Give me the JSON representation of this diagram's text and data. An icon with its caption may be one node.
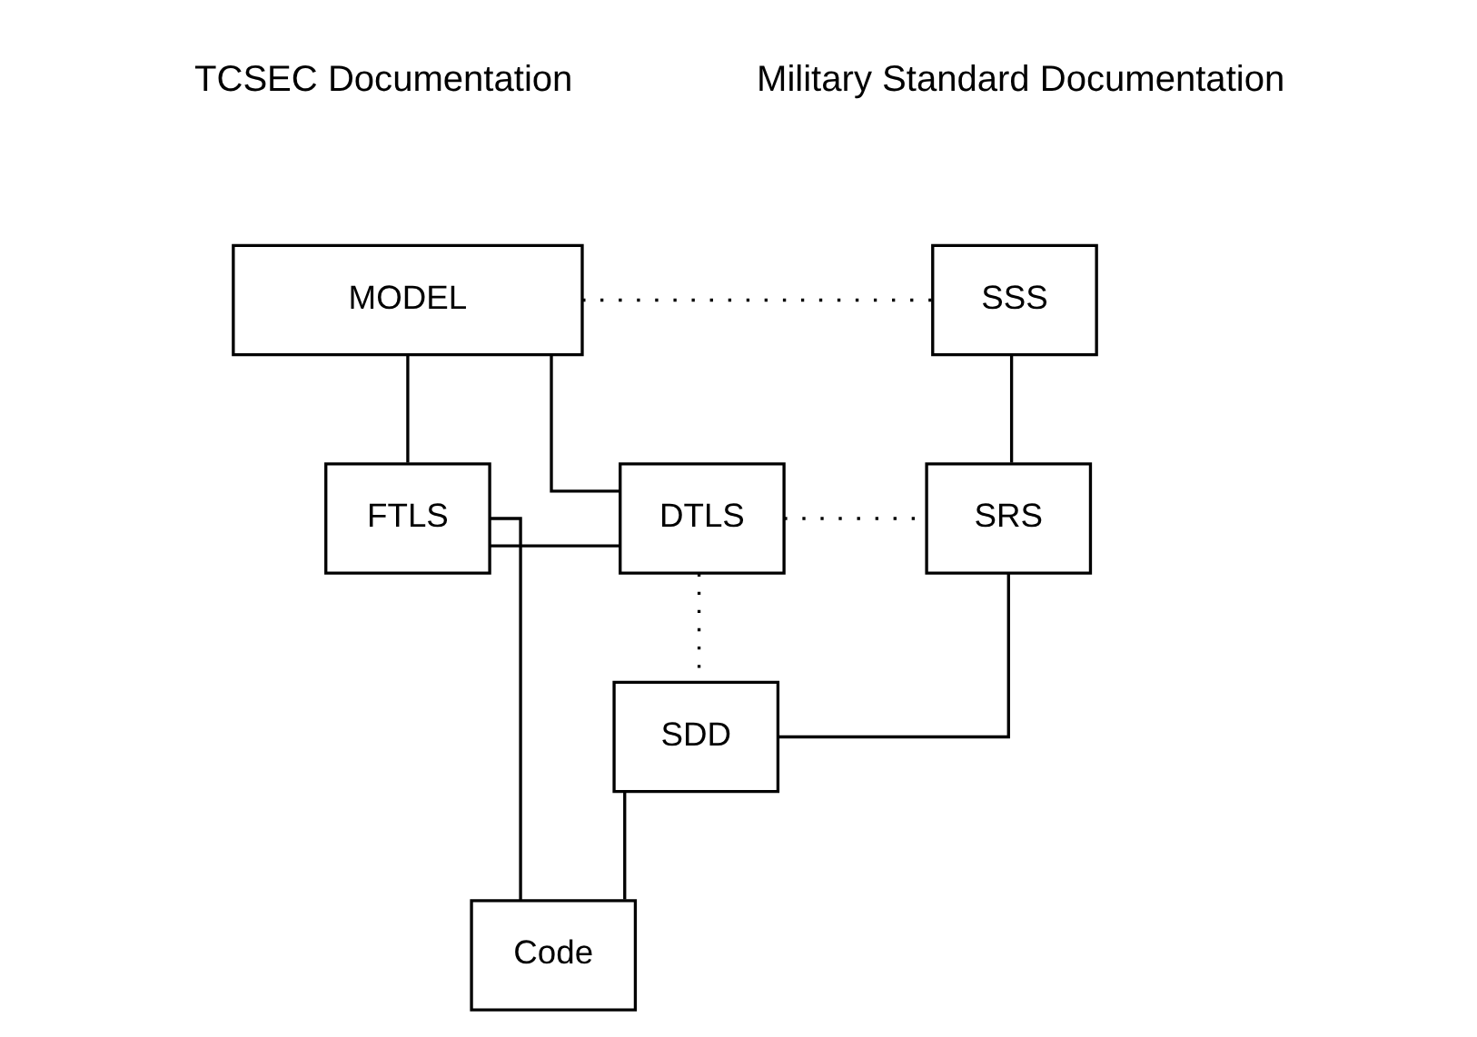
{
  "diagram": {
    "nodes": [
      {
        "text": [
          "MODEL"
        ]
      },
      {
        "text": [
          "SSS"
        ]
      },
      {
        "text": [
          "FTLS"
        ]
      },
      {
        "text": [
          "DTLS"
        ]
      },
      {
        "text": [
          "SRS"
        ]
      },
      {
        "text": [
          "SDD"
        ]
      },
      {
        "text": [
          "Code"
        ]
      }
    ],
    "edges": [
      {
        "from": 0,
        "to": 1,
        "arrow": "none",
        "style": "dashed"
      },
      {
        "from": 0,
        "to": 2,
        "arrow": "none"
      },
      {
        "from": 0,
        "to": 3,
        "arrow": "none"
      },
      {
        "from": 2,
        "to": 3,
        "arrow": "none"
      },
      {
        "from": 3,
        "to": 4,
        "arrow": "none",
        "style": "dashed"
      },
      {
        "from": 3,
        "to": 5,
        "arrow": "none",
        "style": "dashed"
      },
      {
        "from": 1,
        "to": 4,
        "arrow": "none"
      },
      {
        "from": 4,
        "to": 5,
        "arrow": "none"
      },
      {
        "from": 2,
        "to": 6,
        "arrow": "none"
      },
      {
        "from": 5,
        "to": 6,
        "arrow": "none"
      }
    ],
    "labels": [
      "TCSEC Documentation",
      "Military Standard Documentation"
    ]
  }
}
